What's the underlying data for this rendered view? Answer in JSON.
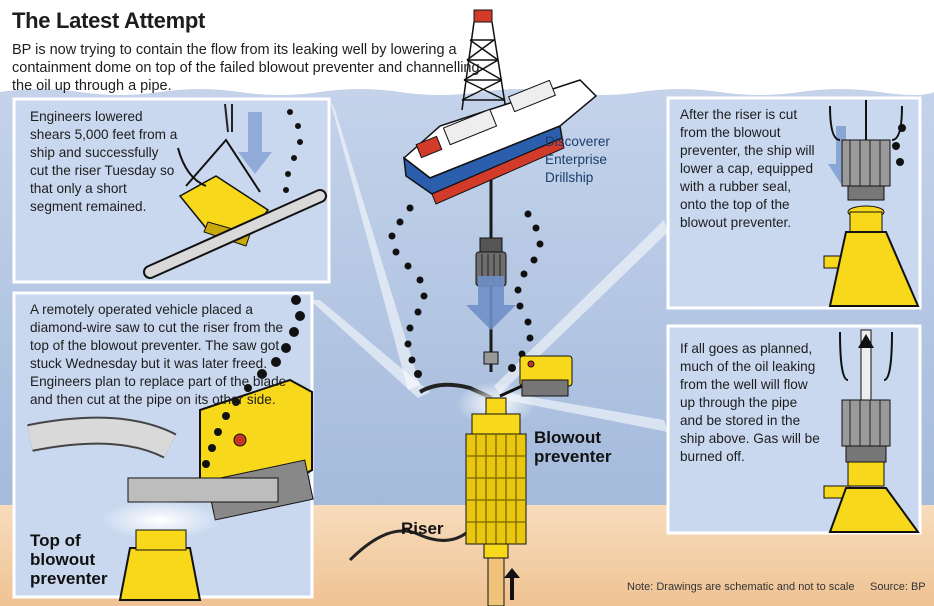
{
  "title": "The Latest Attempt",
  "intro": "BP is now trying to contain the flow from its leaking well by lowering a containment dome on top of the failed blowout preventer and channelling the oil up through a pipe.",
  "panels": {
    "shears": "Engineers lowered shears 5,000 feet from a ship and successfully cut the riser Tuesday so that only a short segment remained.",
    "saw": "A remotely operated vehicle placed a diamond-wire saw to cut the riser from the top of the blowout preventer. The saw got stuck Wednesday but it was later freed. Engineers plan to replace part of the blade and then cut at the pipe on its other side.",
    "cap": "After the riser is cut from the blowout preventer, the ship will lower a cap, equipped with a rubber seal, onto the top of the blowout preventer.",
    "flow": "If all goes as planned, much of the oil leaking from the well will flow up through the pipe and be stored in the ship above. Gas will be burned off."
  },
  "labels": {
    "ship": "Discoverer Enterprise Drillship",
    "blowout_preventer": "Blowout preventer",
    "riser": "Riser",
    "top_of_bop": "Top of blowout preventer"
  },
  "note": "Note: Drawings are schematic and not to scale",
  "source": "Source: BP",
  "colors": {
    "sky": "#ffffff",
    "sea_light": "#b9cbe6",
    "sea": "#9bb4d8",
    "seabed": "#f4d0a8",
    "panel_bg": "#c9d8ef",
    "panel_border": "#ffffff",
    "yellow": "#f7d81a",
    "arrow": "#6f8fc6",
    "oil": "#1a1a1a"
  }
}
